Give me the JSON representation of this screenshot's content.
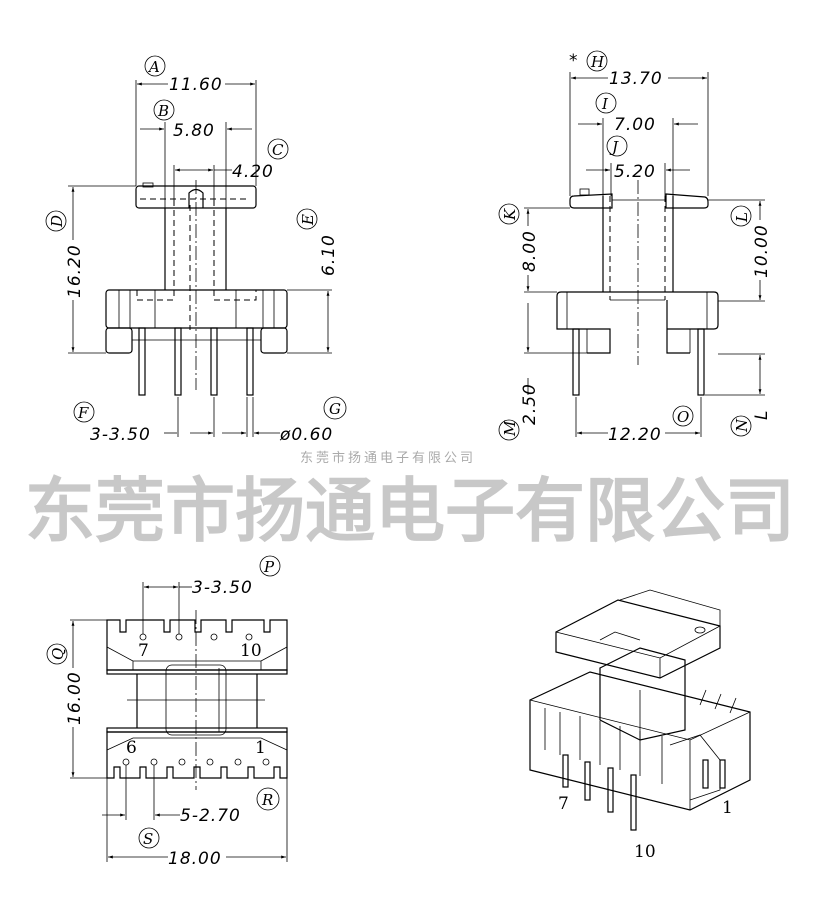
{
  "front_view": {
    "dims": {
      "A": {
        "letter": "A",
        "value": "11.60"
      },
      "B": {
        "letter": "B",
        "value": "5.80"
      },
      "C": {
        "letter": "C",
        "value": "4.20"
      },
      "D": {
        "letter": "D",
        "value": "16.20"
      },
      "E": {
        "letter": "E",
        "value": "6.10"
      },
      "F": {
        "letter": "F",
        "value": "3-3.50"
      },
      "G": {
        "letter": "G",
        "value": "ø0.60"
      }
    }
  },
  "side_view": {
    "critical_mark": "*",
    "dims": {
      "H": {
        "letter": "H",
        "value": "13.70"
      },
      "I": {
        "letter": "I",
        "value": "7.00"
      },
      "J": {
        "letter": "J",
        "value": "5.20"
      },
      "K": {
        "letter": "K",
        "value": "8.00"
      },
      "L": {
        "letter": "L",
        "value": "10.00"
      },
      "M": {
        "letter": "M",
        "value": "2.50"
      },
      "N": {
        "letter": "N",
        "value": "L"
      },
      "O": {
        "letter": "O",
        "value": "12.20"
      }
    }
  },
  "bottom_view": {
    "dims": {
      "P": {
        "letter": "P",
        "value": "3-3.50"
      },
      "Q": {
        "letter": "Q",
        "value": "16.00"
      },
      "R": {
        "letter": "R",
        "value": "5-2.70"
      },
      "S": {
        "letter": "S",
        "value": "18.00"
      }
    },
    "pin_labels": [
      "7",
      "10",
      "6",
      "1"
    ]
  },
  "iso_view": {
    "pin_labels": [
      "7",
      "1",
      "10"
    ]
  },
  "watermark": {
    "large": "东莞市扬通电子有限公司",
    "small": "东莞市扬通电子有限公司"
  }
}
